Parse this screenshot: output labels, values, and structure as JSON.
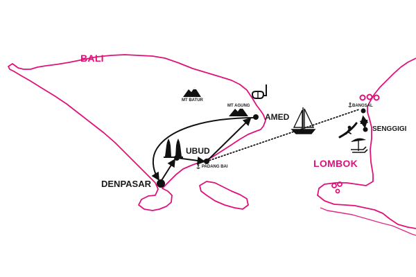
{
  "colors": {
    "coastline": "#e0107a",
    "route": "#111111",
    "island_label": "#e0107a",
    "text": "#1a1a1a"
  },
  "islands": {
    "bali": "BALI",
    "lombok": "LOMBOK"
  },
  "places": {
    "denpasar": "DENPASAR",
    "ubud": "UBUD",
    "padang_bai": "PADANG BAI",
    "amed": "AMED",
    "mt_batur": "MT BATUR",
    "mt_agung": "MT AGUNG",
    "bangsal": "BANGSAL",
    "senggigi": "SENGGIGI"
  },
  "icons": {
    "mountain": "mountain-icon",
    "temple": "temple-gate-icon",
    "snorkel": "snorkel-mask-icon",
    "sailboat": "sailboat-icon",
    "surfer": "surfer-icon",
    "beach": "beach-umbrella-icon",
    "anchor": "anchor-icon",
    "islands": "gili-islands-icon"
  },
  "route": {
    "land_style": "solid-arrow",
    "sea_style": "dotted"
  }
}
